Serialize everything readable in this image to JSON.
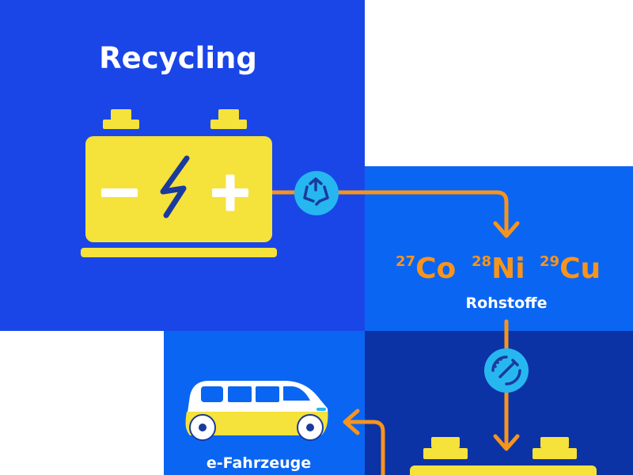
{
  "title": "Recycling",
  "raw_materials": {
    "caption": "Rohstoffe",
    "elements": [
      {
        "number": "27",
        "symbol": "Co"
      },
      {
        "number": "28",
        "symbol": "Ni"
      },
      {
        "number": "29",
        "symbol": "Cu"
      }
    ]
  },
  "vehicles": {
    "caption": "e-Fahrzeuge"
  },
  "colors": {
    "recycling_panel": "#1a46e8",
    "light_blue_panel": "#0a66f2",
    "dark_blue_panel": "#0b33a6",
    "battery_yellow": "#f5e23b",
    "arrow_orange": "#f7941d",
    "icon_circle": "#27b7f0",
    "icon_navy": "#1a3a9e"
  },
  "icons": [
    "battery-icon",
    "lightning-bolt-icon",
    "recycle-icon",
    "repair-tools-icon",
    "electric-van-icon"
  ]
}
